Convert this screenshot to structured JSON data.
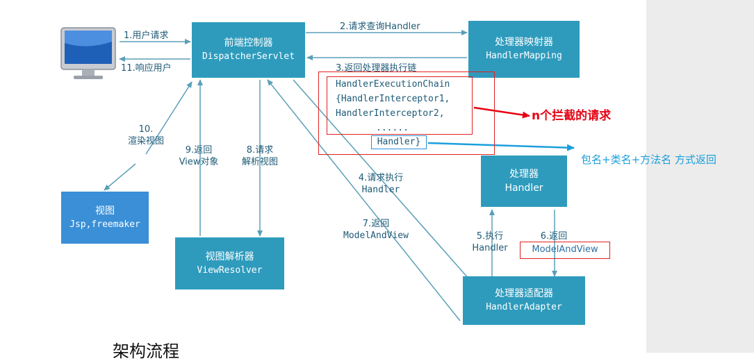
{
  "nodes": {
    "dispatcher": {
      "title": "前端控制器",
      "subtitle": "DispatcherServlet"
    },
    "mapping": {
      "title": "处理器映射器",
      "subtitle": "HandlerMapping"
    },
    "handler": {
      "title": "处理器",
      "subtitle": "Handler"
    },
    "adapter": {
      "title": "处理器适配器",
      "subtitle": "HandlerAdapter"
    },
    "resolver": {
      "title": "视图解析器",
      "subtitle": "ViewResolver"
    },
    "view": {
      "title": "视图",
      "subtitle": "Jsp,freemaker"
    }
  },
  "steps": {
    "s1": "1.用户请求",
    "s2": "2.请求查询Handler",
    "s3": "3.返回处理器执行链",
    "s4a": "4.请求执行",
    "s4b": "Handler",
    "s5a": "5.执行",
    "s5b": "Handler",
    "s6a": "6.返回",
    "s6b": "ModelAndView",
    "s7a": "7.返回",
    "s7b": "ModelAndView",
    "s8a": "8.请求",
    "s8b": "解析视图",
    "s9a": "9.返回",
    "s9b": "View对象",
    "s10a": "10.",
    "s10b": "渲染视图",
    "s11": "11.响应用户"
  },
  "chain": {
    "line1": "HandlerExecutionChain",
    "line2": "{HandlerInterceptor1,",
    "line3": "HandlerInterceptor2,",
    "line4": "......",
    "handler": "Handler}"
  },
  "annotations": {
    "interceptors": "n个拦截的请求",
    "handler_note": "包名+类名+方法名 方式返回"
  },
  "bottom_heading": "架构流程",
  "colors": {
    "box": "#2e9bbd",
    "view_box": "#3a8fd6",
    "arrow": "#5a9fb8",
    "red": "#e02020",
    "blue_note": "#1a9fdc"
  }
}
